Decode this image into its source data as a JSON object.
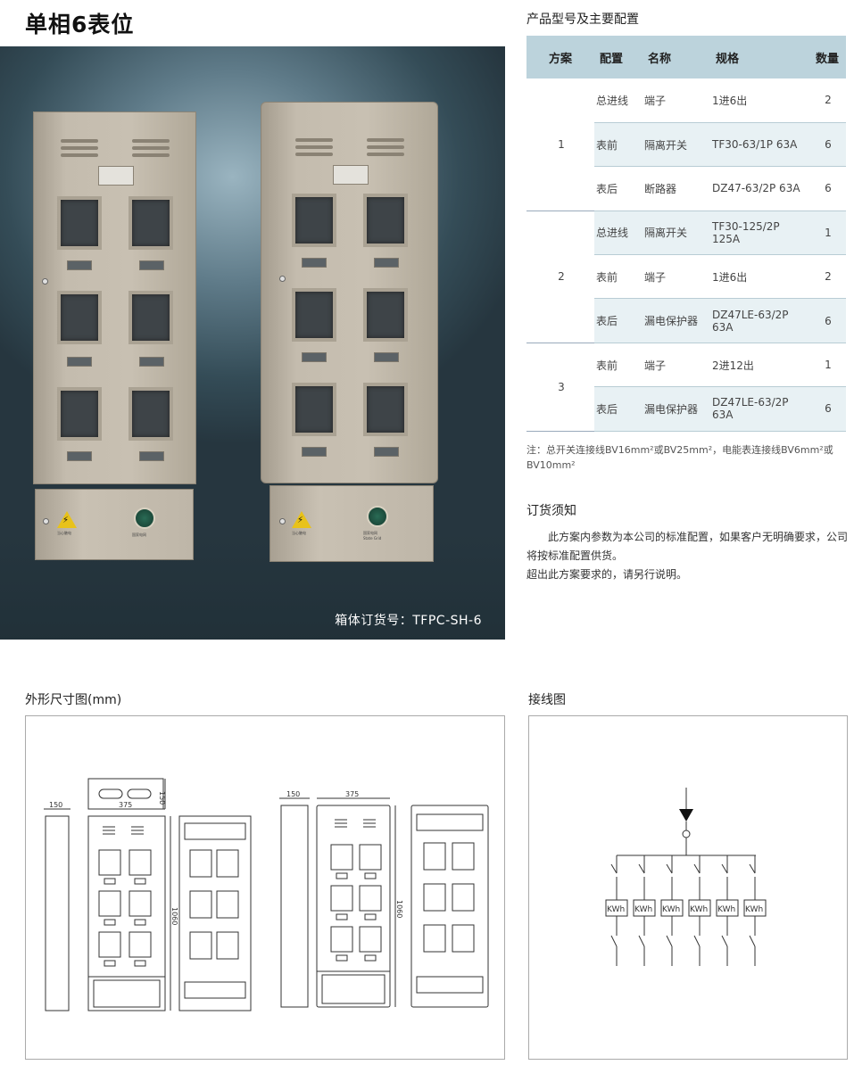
{
  "page": {
    "title": "单相6表位"
  },
  "photo": {
    "order_label": "箱体订货号：TFPC-SH-6",
    "logo_text": "国家电网",
    "logo_sub": "State Grid",
    "warning_text": "当心触电"
  },
  "spec": {
    "title": "产品型号及主要配置",
    "headers": [
      "方案",
      "配置",
      "名称",
      "规格",
      "数量"
    ],
    "groups": [
      {
        "plan": "1",
        "rows": [
          {
            "config": "总进线",
            "name": "端子",
            "spec": "1进6出",
            "qty": "2"
          },
          {
            "config": "表前",
            "name": "隔离开关",
            "spec": "TF30-63/1P 63A",
            "qty": "6"
          },
          {
            "config": "表后",
            "name": "断路器",
            "spec": "DZ47-63/2P 63A",
            "qty": "6"
          }
        ]
      },
      {
        "plan": "2",
        "rows": [
          {
            "config": "总进线",
            "name": "隔离开关",
            "spec": "TF30-125/2P 125A",
            "qty": "1"
          },
          {
            "config": "表前",
            "name": "端子",
            "spec": "1进6出",
            "qty": "2"
          },
          {
            "config": "表后",
            "name": "漏电保护器",
            "spec": "DZ47LE-63/2P 63A",
            "qty": "6"
          }
        ]
      },
      {
        "plan": "3",
        "rows": [
          {
            "config": "表前",
            "name": "端子",
            "spec": "2进12出",
            "qty": "1"
          },
          {
            "config": "表后",
            "name": "漏电保护器",
            "spec": "DZ47LE-63/2P 63A",
            "qty": "6"
          }
        ]
      }
    ],
    "note": "注：总开关连接线BV16mm²或BV25mm²，电能表连接线BV6mm²或BV10mm²"
  },
  "order": {
    "title": "订货须知",
    "para1": "此方案内参数为本公司的标准配置，如果客户无明确要求，公司将按标准配置供货。",
    "para2": "超出此方案要求的，请另行说明。"
  },
  "dimensions": {
    "title": "外形尺寸图(mm)",
    "depth": "150",
    "width": "375",
    "height": "1060",
    "depth_top": "150"
  },
  "wiring": {
    "title": "接线图",
    "meter_label": "KWh"
  }
}
